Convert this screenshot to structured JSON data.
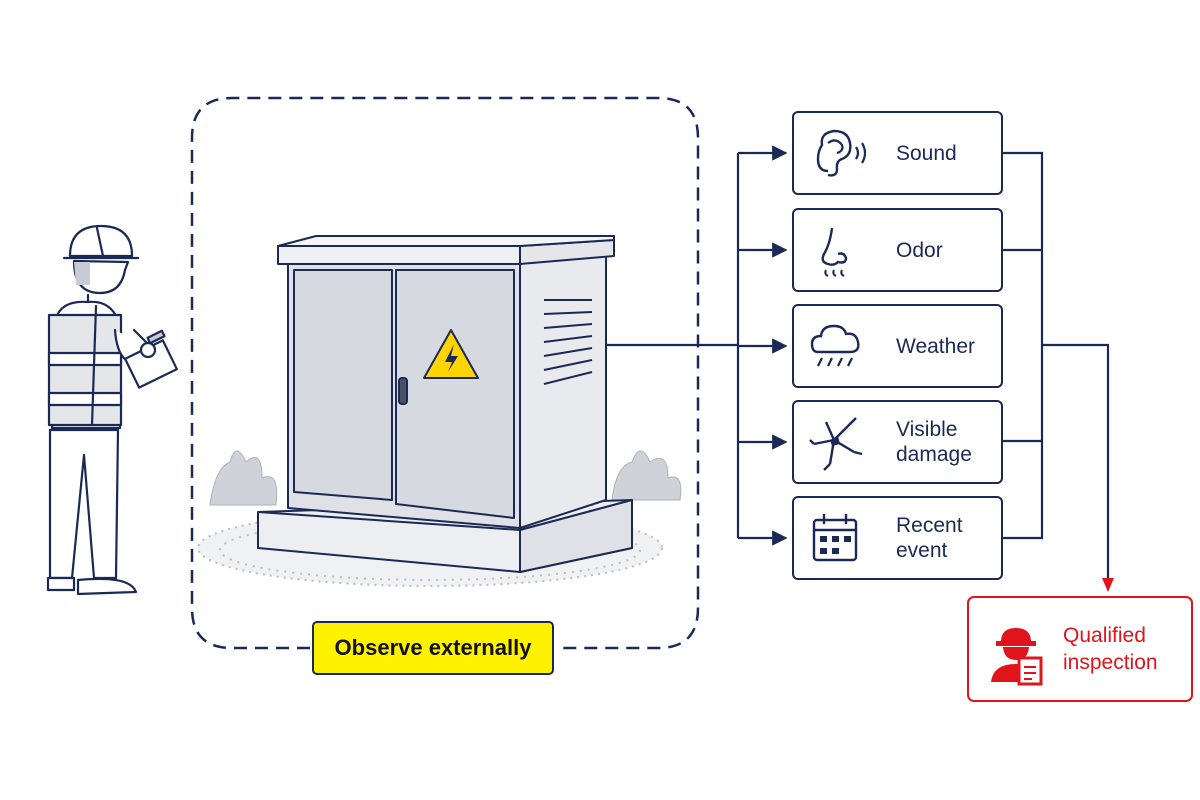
{
  "observe_label": "Observe externally",
  "factors": [
    {
      "label": "Sound",
      "icon": "ear-icon"
    },
    {
      "label": "Odor",
      "icon": "nose-icon"
    },
    {
      "label": "Weather",
      "icon": "rain-cloud-icon"
    },
    {
      "label": "Visible\ndamage",
      "icon": "crack-icon"
    },
    {
      "label": "Recent\nevent",
      "icon": "calendar-icon"
    }
  ],
  "outcome": {
    "label": "Qualified\ninspection",
    "icon": "inspector-icon"
  },
  "colors": {
    "line": "#1b2a55",
    "accent": "#e0151b",
    "highlight": "#fff200"
  }
}
